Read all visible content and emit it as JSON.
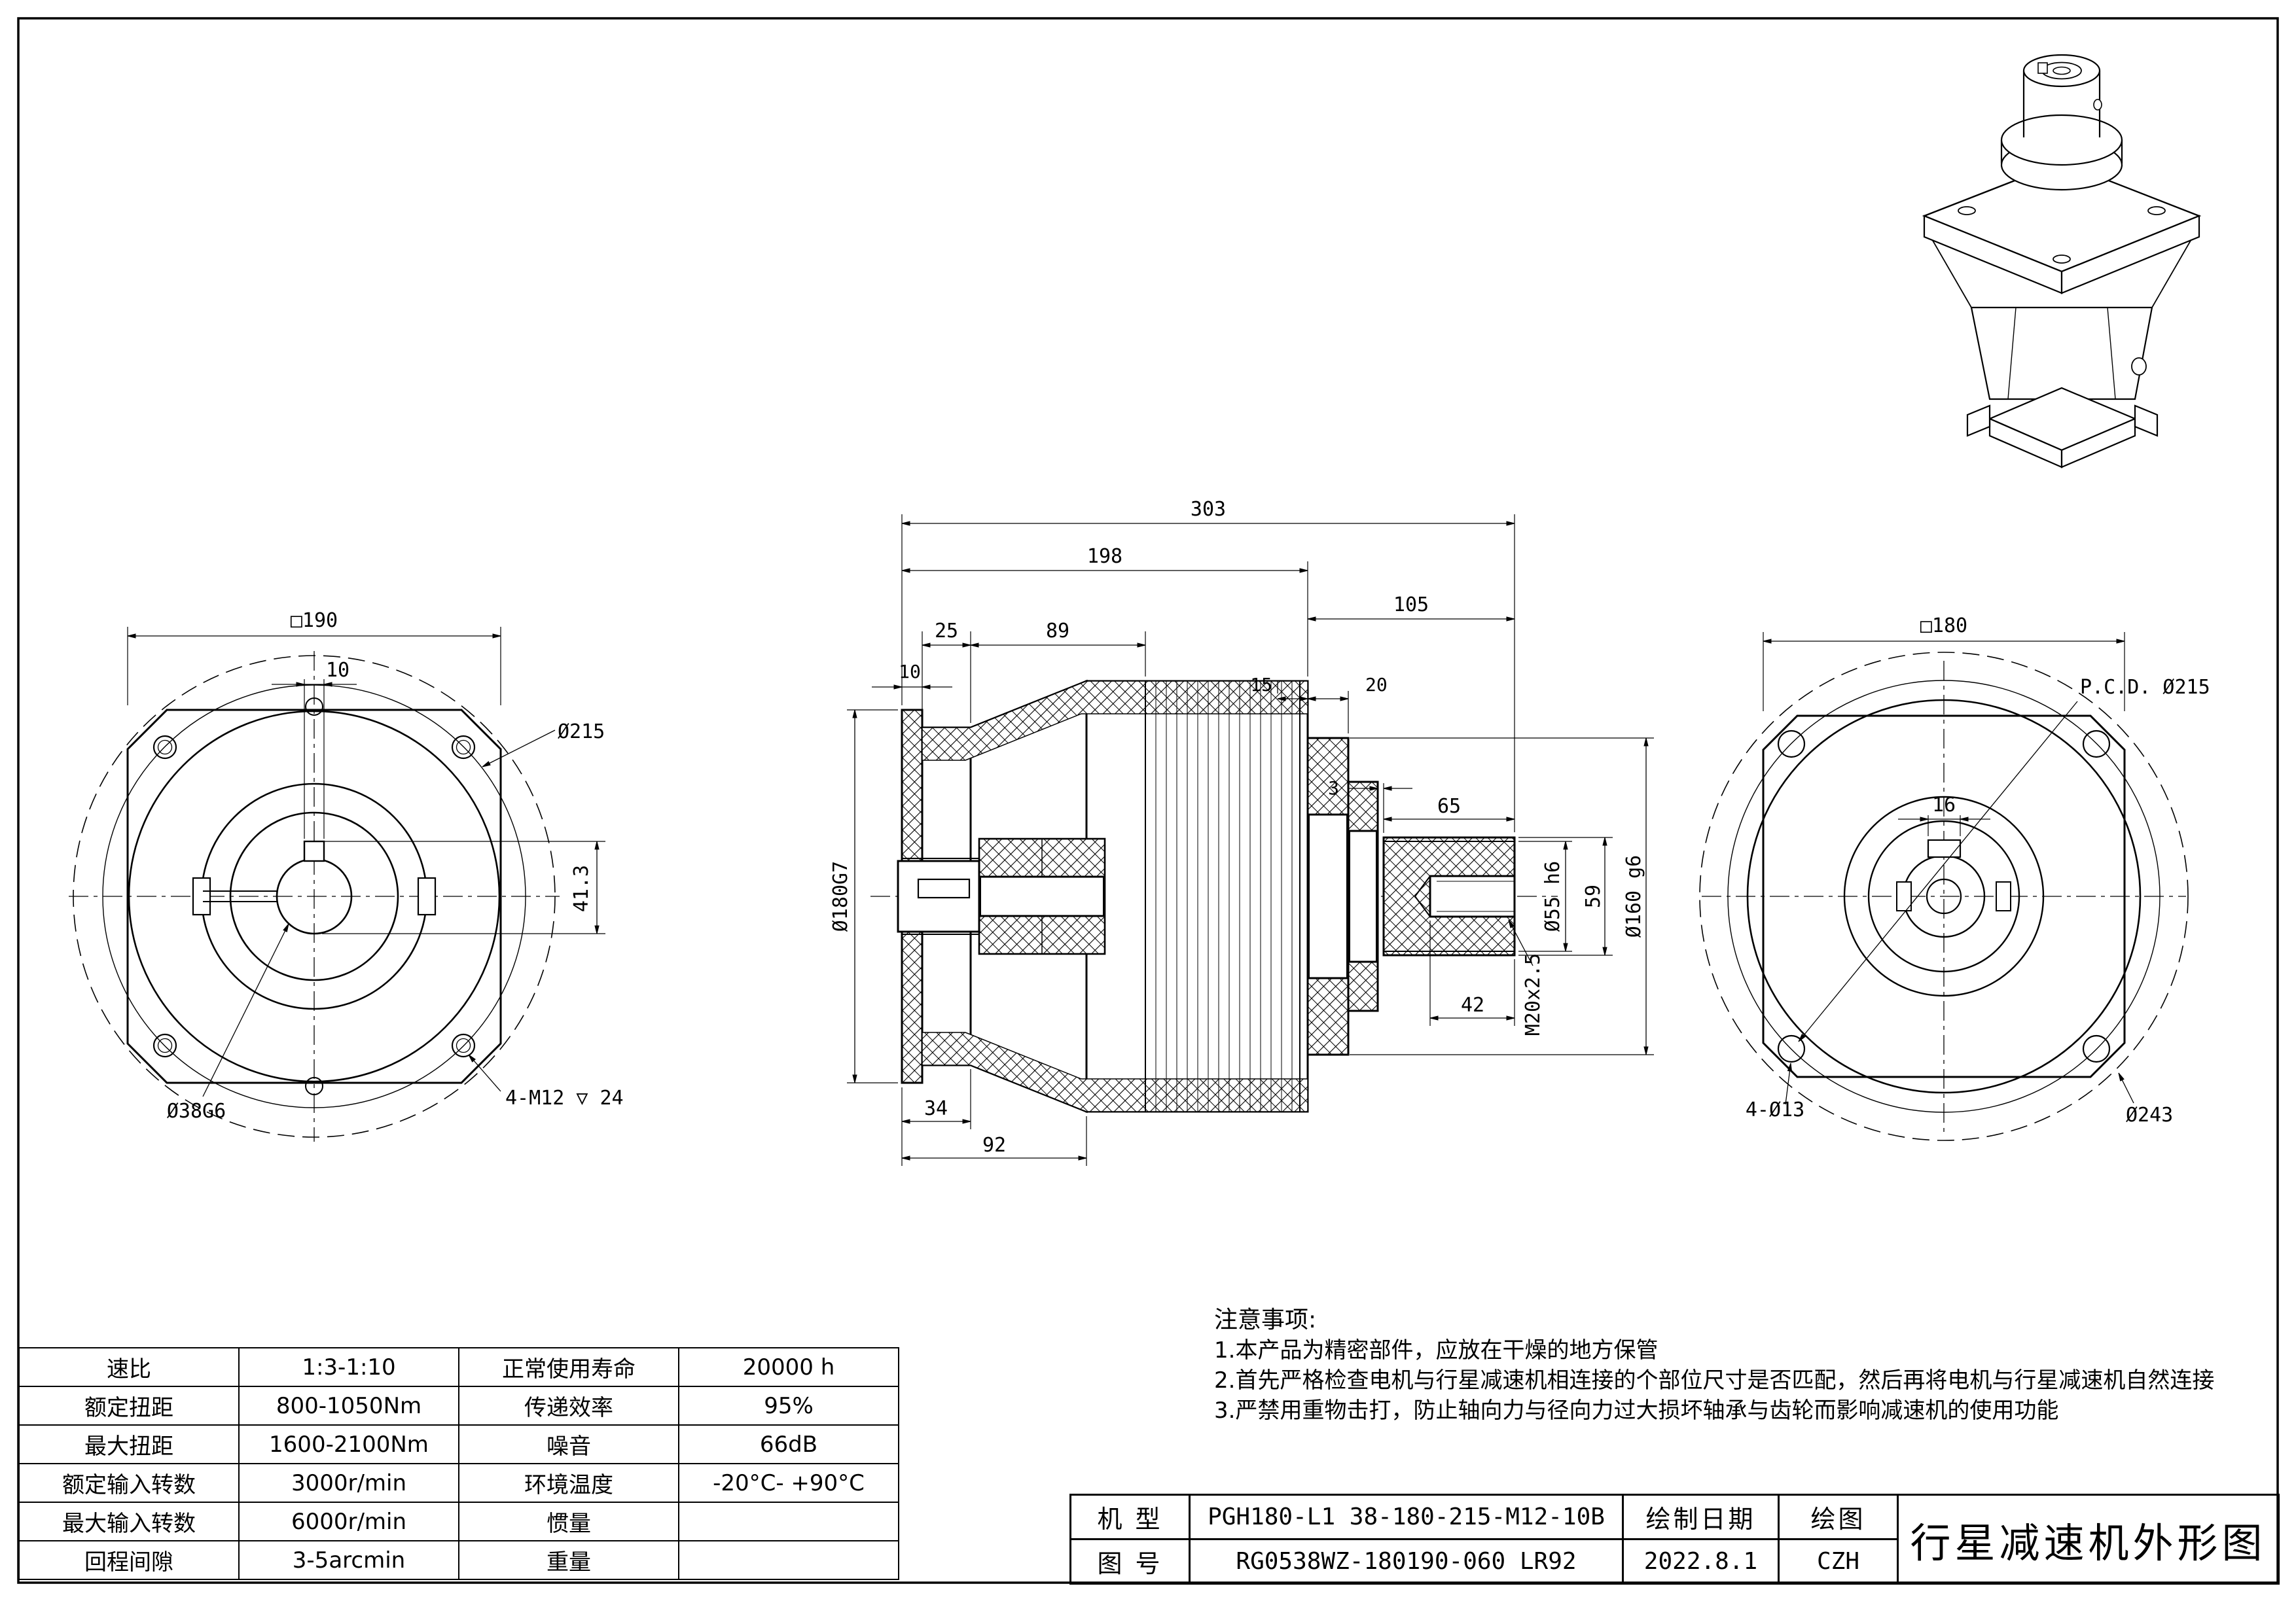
{
  "views": {
    "front": {
      "square": "□190",
      "key_off": "10",
      "pcd": "Ø215",
      "key_h": "41.3",
      "bolts": "4-M12 ▽ 24",
      "bore": "Ø38G6"
    },
    "section": {
      "len_total": "303",
      "len_body": "198",
      "len_motor": "105",
      "d25": "25",
      "d89": "89",
      "d10": "10",
      "d15": "15",
      "d20": "20",
      "d3": "3",
      "d65": "65",
      "flange": "Ø180G7",
      "shaft": "Ø55 h6",
      "d59": "59",
      "spigot": "Ø160 g6",
      "thread": "M20x2.5",
      "d42": "42",
      "d34": "34",
      "d92": "92"
    },
    "rear": {
      "square": "□180",
      "pcd": "P.C.D. Ø215",
      "key": "16",
      "holes": "4-Ø13",
      "od": "Ø243"
    }
  },
  "spec_table": {
    "rows": [
      {
        "l1": "速比",
        "v1": "1:3-1:10",
        "l2": "正常使用寿命",
        "v2": "20000 h"
      },
      {
        "l1": "额定扭距",
        "v1": "800-1050Nm",
        "l2": "传递效率",
        "v2": "95%"
      },
      {
        "l1": "最大扭距",
        "v1": "1600-2100Nm",
        "l2": "噪音",
        "v2": "66dB"
      },
      {
        "l1": "额定输入转数",
        "v1": "3000r/min",
        "l2": "环境温度",
        "v2": "-20°C- +90°C"
      },
      {
        "l1": "最大输入转数",
        "v1": "6000r/min",
        "l2": "惯量",
        "v2": ""
      },
      {
        "l1": "回程间隙",
        "v1": "3-5arcmin",
        "l2": "重量",
        "v2": ""
      }
    ]
  },
  "notes": {
    "title": "注意事项:",
    "lines": [
      "1.本产品为精密部件，应放在干燥的地方保管",
      "2.首先严格检查电机与行星减速机相连接的个部位尺寸是否匹配，然后再将电机与行星减速机自然连接",
      "3.严禁用重物击打，防止轴向力与径向力过大损坏轴承与齿轮而影响减速机的使用功能"
    ]
  },
  "title_block": {
    "model_label": "机 型",
    "model_value": "PGH180-L1 38-180-215-M12-10B",
    "date_label": "绘制日期",
    "draw_label": "绘图",
    "no_label": "图 号",
    "no_value": "RG0538WZ-180190-060 LR92",
    "date_value": "2022.8.1",
    "drawer_value": "CZH",
    "title": "行星减速机外形图"
  }
}
